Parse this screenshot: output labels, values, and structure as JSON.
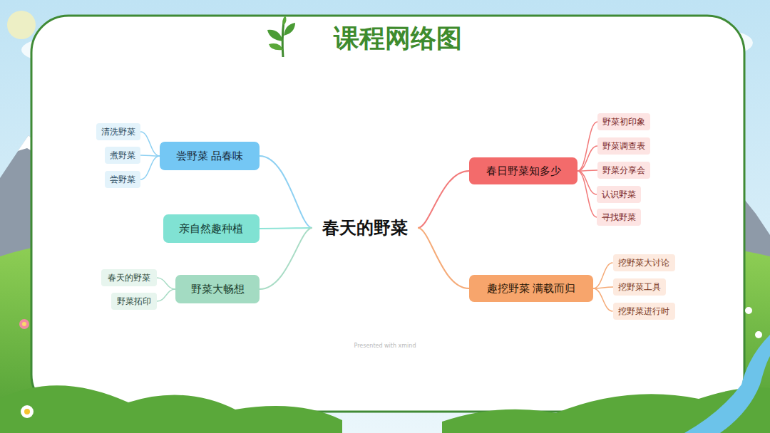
{
  "diagram": {
    "title": "课程网络图",
    "nodes": [
      {
        "text": [
          "春天的野菜"
        ]
      },
      {
        "text": [
          "尝野菜 品春味"
        ]
      },
      {
        "text": [
          "清洗野菜"
        ]
      },
      {
        "text": [
          "煮野菜"
        ]
      },
      {
        "text": [
          "尝野菜"
        ]
      },
      {
        "text": [
          "亲自然趣种植"
        ]
      },
      {
        "text": [
          "野菜大畅想"
        ]
      },
      {
        "text": [
          "春天的野菜"
        ]
      },
      {
        "text": [
          "野菜拓印"
        ]
      },
      {
        "text": [
          "春日野菜知多少"
        ]
      },
      {
        "text": [
          "野菜初印象"
        ]
      },
      {
        "text": [
          "野菜调查表"
        ]
      },
      {
        "text": [
          "野菜分享会"
        ]
      },
      {
        "text": [
          "认识野菜"
        ]
      },
      {
        "text": [
          "寻找野菜"
        ]
      },
      {
        "text": [
          "趣挖野菜 满载而归"
        ]
      },
      {
        "text": [
          "挖野菜大讨论"
        ]
      },
      {
        "text": [
          "挖野菜工具"
        ]
      },
      {
        "text": [
          "挖野菜进行时"
        ]
      }
    ],
    "edges": [
      {
        "from": 0,
        "to": 1,
        "arrow": "none"
      },
      {
        "from": 0,
        "to": 5,
        "arrow": "none"
      },
      {
        "from": 0,
        "to": 6,
        "arrow": "none"
      },
      {
        "from": 0,
        "to": 9,
        "arrow": "none"
      },
      {
        "from": 0,
        "to": 15,
        "arrow": "none"
      },
      {
        "from": 1,
        "to": 2,
        "arrow": "none"
      },
      {
        "from": 1,
        "to": 3,
        "arrow": "none"
      },
      {
        "from": 1,
        "to": 4,
        "arrow": "none"
      },
      {
        "from": 6,
        "to": 7,
        "arrow": "none"
      },
      {
        "from": 6,
        "to": 8,
        "arrow": "none"
      },
      {
        "from": 9,
        "to": 10,
        "arrow": "none"
      },
      {
        "from": 9,
        "to": 11,
        "arrow": "none"
      },
      {
        "from": 9,
        "to": 12,
        "arrow": "none"
      },
      {
        "from": 9,
        "to": 13,
        "arrow": "none"
      },
      {
        "from": 9,
        "to": 14,
        "arrow": "none"
      },
      {
        "from": 15,
        "to": 16,
        "arrow": "none"
      },
      {
        "from": 15,
        "to": 17,
        "arrow": "none"
      },
      {
        "from": 15,
        "to": 18,
        "arrow": "none"
      }
    ],
    "labels": [
      "Presented with xmind"
    ]
  }
}
